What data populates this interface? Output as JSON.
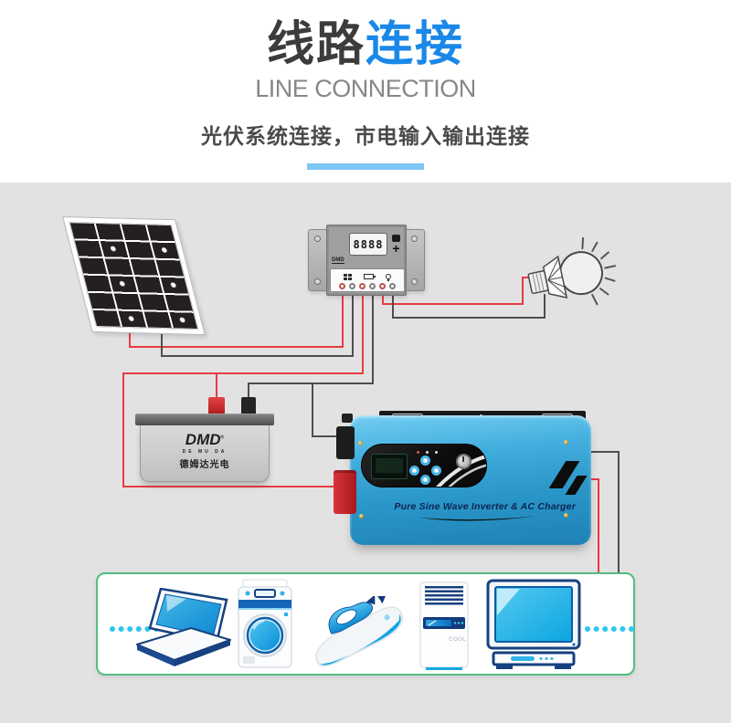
{
  "header": {
    "title_black": "线路",
    "title_blue": "连接",
    "subtitle": "LINE CONNECTION",
    "description": "光伏系统连接，市电输入输出连接"
  },
  "controller": {
    "display_value": "8888",
    "brand": "DMD",
    "btn_plus": "+"
  },
  "battery": {
    "brand": "DMD",
    "brand_mark": "®",
    "brand_sub": "DE MU DA",
    "brand_cn": "德姆达光电"
  },
  "inverter": {
    "label": "Pure Sine Wave Inverter & AC Charger"
  },
  "appliances": {
    "ac_label": "COOL",
    "items": [
      "laptop",
      "washing-machine",
      "iron",
      "air-conditioner",
      "television"
    ]
  },
  "colors": {
    "accent_blue": "#1a88e8",
    "underline_blue": "#7ec6f4",
    "wire_red": "#e73c41",
    "wire_black": "#4e4e4e",
    "inverter_blue": "#2e9cd0",
    "box_border_green": "#53bd83",
    "appliance_blue": "#1ba8e2",
    "background_gray": "#e3e2e2"
  }
}
